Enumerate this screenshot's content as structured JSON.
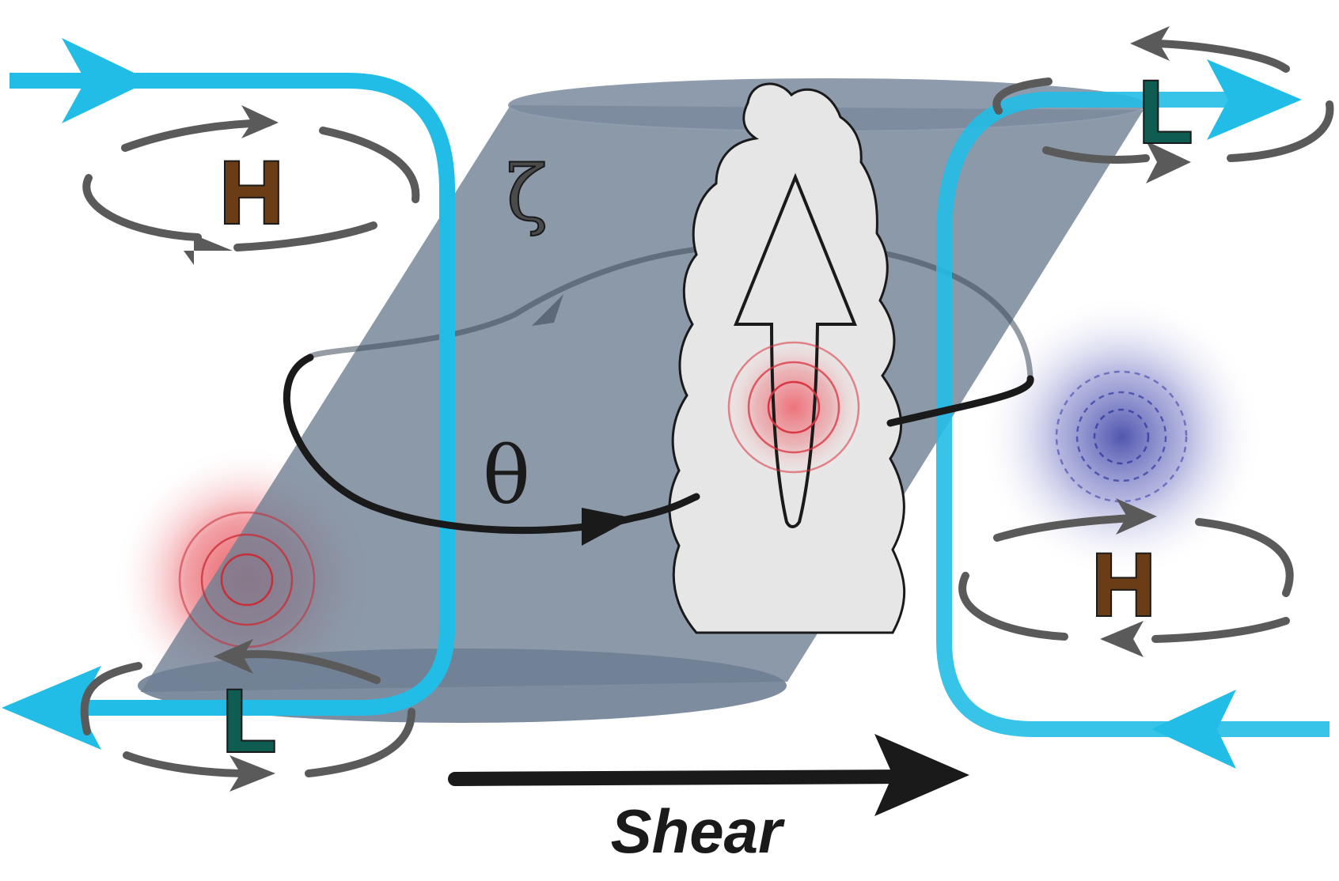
{
  "labels": {
    "high": "H",
    "low": "L",
    "vorticity_symbol": "ζ",
    "theta_symbol": "θ",
    "shear": "Shear"
  },
  "colors": {
    "cyan_flow": "#22bde6",
    "gray_circulation": "#5a5a5a",
    "high_fill": "#6b3d17",
    "low_fill": "#0f5c52",
    "vortex_tube": "#6f7f94",
    "cloud_fill": "#e6e6e6",
    "warm_anomaly": "#e23b45",
    "cold_anomaly": "#4347a8",
    "black_arrow": "#1a1a1a"
  },
  "icons": {
    "flow_arrow": "cyan-flow-arrow-icon",
    "circulation_arrow": "circulation-arrow-icon",
    "updraft_arrow": "updraft-arrow-icon",
    "shear_arrow": "shear-arrow-icon"
  }
}
